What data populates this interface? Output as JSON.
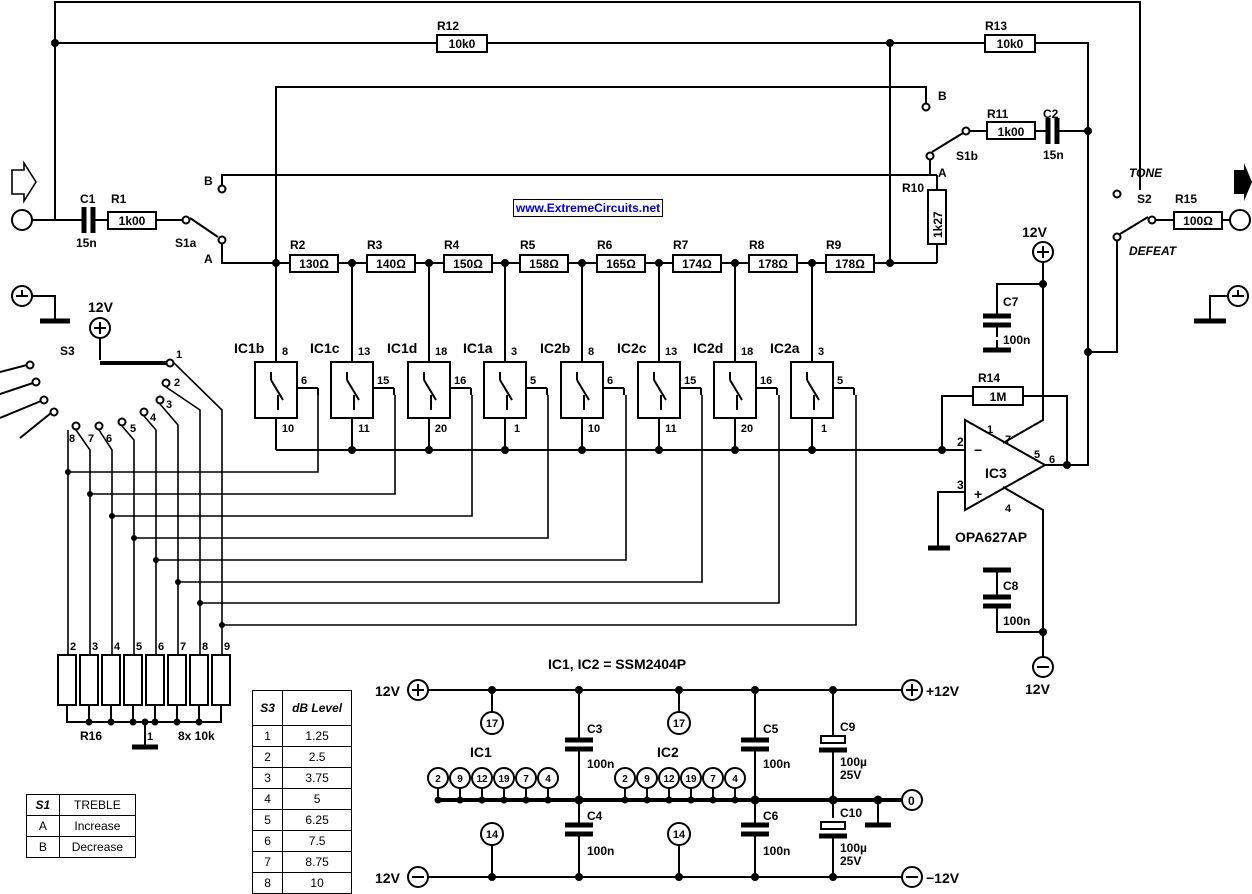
{
  "watermark": "www.ExtremeCircuits.net",
  "resistors": {
    "R1": {
      "name": "R1",
      "value": "1k00"
    },
    "R2": {
      "name": "R2",
      "value": "130Ω"
    },
    "R3": {
      "name": "R3",
      "value": "140Ω"
    },
    "R4": {
      "name": "R4",
      "value": "150Ω"
    },
    "R5": {
      "name": "R5",
      "value": "158Ω"
    },
    "R6": {
      "name": "R6",
      "value": "165Ω"
    },
    "R7": {
      "name": "R7",
      "value": "174Ω"
    },
    "R8": {
      "name": "R8",
      "value": "178Ω"
    },
    "R9": {
      "name": "R9",
      "value": "178Ω"
    },
    "R10": {
      "name": "R10",
      "value": "1k27"
    },
    "R11": {
      "name": "R11",
      "value": "1k00"
    },
    "R12": {
      "name": "R12",
      "value": "10k0"
    },
    "R13": {
      "name": "R13",
      "value": "10k0"
    },
    "R14": {
      "name": "R14",
      "value": "1M"
    },
    "R15": {
      "name": "R15",
      "value": "100Ω"
    },
    "R16": {
      "name": "R16",
      "value": "8x 10k"
    }
  },
  "capacitors": {
    "C1": {
      "name": "C1",
      "value": "15n"
    },
    "C2": {
      "name": "C2",
      "value": "15n"
    },
    "C3": {
      "name": "C3",
      "value": "100n"
    },
    "C4": {
      "name": "C4",
      "value": "100n"
    },
    "C5": {
      "name": "C5",
      "value": "100n"
    },
    "C6": {
      "name": "C6",
      "value": "100n"
    },
    "C7": {
      "name": "C7",
      "value": "100n"
    },
    "C8": {
      "name": "C8",
      "value": "100n"
    },
    "C9": {
      "name": "C9",
      "value": "100µ",
      "voltage": "25V"
    },
    "C10": {
      "name": "C10",
      "value": "100µ",
      "voltage": "25V"
    }
  },
  "switches": {
    "S1a": "S1a",
    "S1b": "S1b",
    "S2": "S2",
    "S3": "S3",
    "pos_a": "A",
    "pos_b": "B",
    "tone": "TONE",
    "defeat": "DEFEAT"
  },
  "s3_positions": [
    "1",
    "2",
    "3",
    "4",
    "5",
    "6",
    "7",
    "8"
  ],
  "analog_switches": [
    {
      "label": "IC1b",
      "in": "8",
      "out": "6",
      "ctl": "10"
    },
    {
      "label": "IC1c",
      "in": "13",
      "out": "15",
      "ctl": "11"
    },
    {
      "label": "IC1d",
      "in": "18",
      "out": "16",
      "ctl": "20"
    },
    {
      "label": "IC1a",
      "in": "3",
      "out": "5",
      "ctl": "1"
    },
    {
      "label": "IC2b",
      "in": "8",
      "out": "6",
      "ctl": "10"
    },
    {
      "label": "IC2c",
      "in": "13",
      "out": "15",
      "ctl": "11"
    },
    {
      "label": "IC2d",
      "in": "18",
      "out": "16",
      "ctl": "20"
    },
    {
      "label": "IC2a",
      "in": "3",
      "out": "5",
      "ctl": "1"
    }
  ],
  "opamp": {
    "name": "IC3",
    "part": "OPA627AP",
    "pins": {
      "inv": "2",
      "noninv": "3",
      "out": "6",
      "vpos": "7",
      "vneg": "4",
      "p1": "1",
      "p5": "5"
    },
    "minus": "−",
    "plus": "+"
  },
  "rails": {
    "pos": "12V",
    "neg": "12V",
    "pos_out": "+12V",
    "neg_out": "−12V",
    "gnd": "0"
  },
  "r16_pins": [
    "2",
    "3",
    "4",
    "5",
    "6",
    "7",
    "8",
    "9"
  ],
  "r16_common": "1",
  "supply": {
    "heading": "IC1, IC2 = SSM2404P",
    "ic1": "IC1",
    "ic2": "IC2",
    "vpin": "17",
    "gpin": "14",
    "gnd_pins": [
      "2",
      "9",
      "12",
      "19",
      "7",
      "4"
    ]
  },
  "table_s3": {
    "headers": [
      "S3",
      "dB Level"
    ],
    "rows": [
      [
        "1",
        "1.25"
      ],
      [
        "2",
        "2.5"
      ],
      [
        "3",
        "3.75"
      ],
      [
        "4",
        "5"
      ],
      [
        "5",
        "6.25"
      ],
      [
        "6",
        "7.5"
      ],
      [
        "7",
        "8.75"
      ],
      [
        "8",
        "10"
      ]
    ]
  },
  "table_s1": {
    "headers": [
      "S1",
      "TREBLE"
    ],
    "rows": [
      [
        "A",
        "Increase"
      ],
      [
        "B",
        "Decrease"
      ]
    ]
  }
}
